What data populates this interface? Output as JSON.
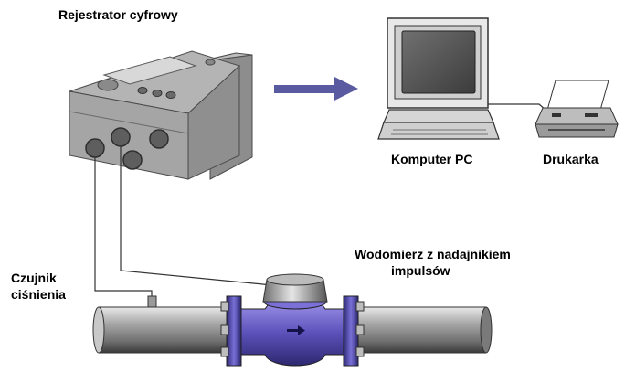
{
  "labels": {
    "recorder": "Rejestrator cyfrowy",
    "computer": "Komputer PC",
    "printer": "Drukarka",
    "meter_line1": "Wodomierz z nadajnikiem",
    "meter_line2": "impulsów",
    "sensor_line1": "Czujnik",
    "sensor_line2": "ciśnienia"
  },
  "colors": {
    "device_grey": "#a8a8a8",
    "arrow_blue": "#5a5aa0",
    "meter_purple": "#6a5fc4",
    "pipe_grey": "#8c8c8c"
  },
  "icons": [
    "digital-recorder-icon",
    "computer-icon",
    "printer-icon",
    "water-meter-icon",
    "pressure-sensor-icon"
  ]
}
